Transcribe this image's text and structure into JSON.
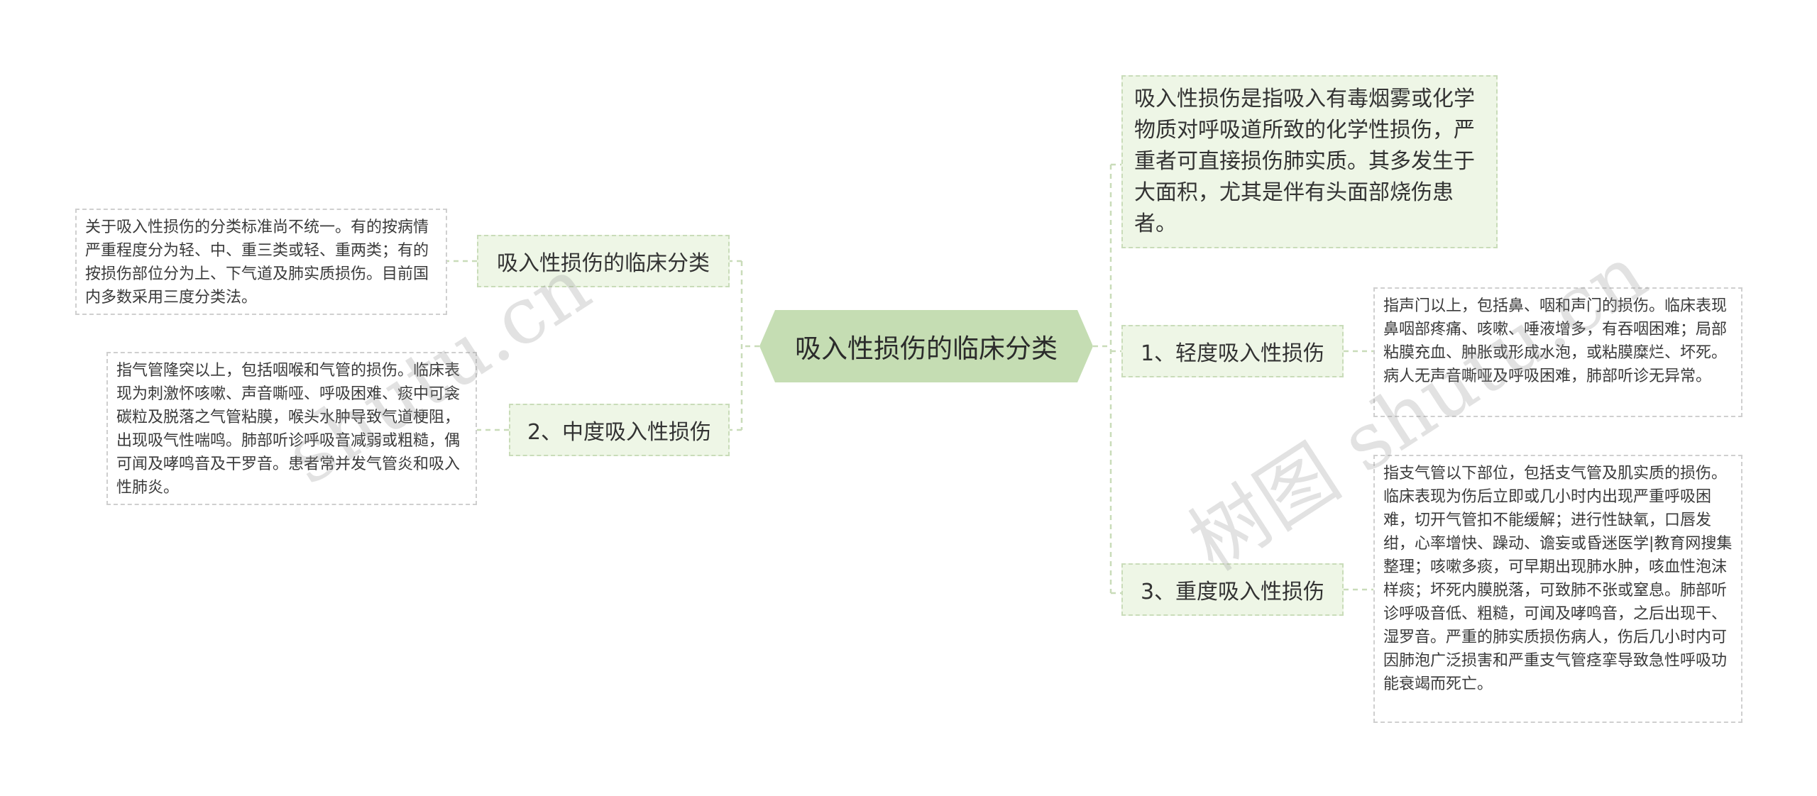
{
  "center": {
    "title": "吸入性损伤的临床分类"
  },
  "left": {
    "branch1": {
      "label": "吸入性损伤的临床分类",
      "note": "关于吸入性损伤的分类标准尚不统一。有的按病情严重程度分为轻、中、重三类或轻、重两类；有的按损伤部位分为上、下气道及肺实质损伤。目前国内多数采用三度分类法。"
    },
    "branch2": {
      "label": "2、中度吸入性损伤",
      "note": "指气管隆突以上，包括咽喉和气管的损伤。临床表现为刺激怀咳嗽、声音嘶哑、呼吸困难、痰中可衾碳粒及脱落之气管粘膜，喉头水肿导致气道梗阻，出现吸气性喘鸣。肺部听诊呼吸音减弱或粗糙，偶可闻及哮鸣音及干罗音。患者常并发气管炎和吸入性肺炎。"
    }
  },
  "right": {
    "definition": "吸入性损伤是指吸入有毒烟雾或化学物质对呼吸道所致的化学性损伤，严重者可直接损伤肺实质。其多发生于大面积，尤其是伴有头面部烧伤患者。",
    "branch1": {
      "label": "1、轻度吸入性损伤",
      "note": "指声门以上，包括鼻、咽和声门的损伤。临床表现鼻咽部疼痛、咳嗽、唾液增多，有吞咽困难；局部粘膜充血、肿胀或形成水泡，或粘膜糜烂、坏死。病人无声音嘶哑及呼吸困难，肺部听诊无异常。"
    },
    "branch3": {
      "label": "3、重度吸入性损伤",
      "note": "指支气管以下部位，包括支气管及肌实质的损伤。临床表现为伤后立即或几小时内出现严重呼吸困难，切开气管扣不能缓解；进行性缺氧，口唇发绀，心率增快、躁动、谵妄或昏迷医学|教育网搜集整理；咳嗽多痰，可早期出现肺水肿，咳血性泡沫样痰；坏死内膜脱落，可致肺不张或窒息。肺部听诊呼吸音低、粗糙，可闻及哮鸣音，之后出现干、湿罗音。严重的肺实质损伤病人，伤后几小时内可因肺泡广泛损害和严重支气管痉挛导致急性呼吸功能衰竭而死亡。"
    }
  },
  "watermarks": [
    "shutu.cn",
    "树图 shutu.cn"
  ],
  "colors": {
    "center_fill": "#c5ddb3",
    "branch_fill": "#eef6e6",
    "branch_border": "#c9dcb9",
    "connector": "#c9dcb9",
    "leaf_border": "#cfcfcf"
  }
}
